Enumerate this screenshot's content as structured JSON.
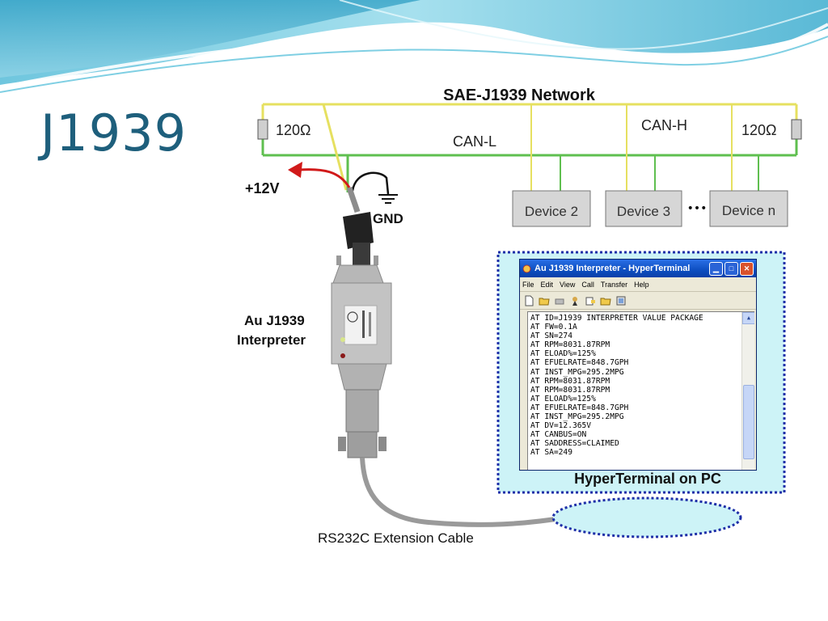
{
  "slide": {
    "title": "J1939"
  },
  "diagram": {
    "network_title": "SAE-J1939 Network",
    "resistor_left": "120Ω",
    "resistor_right": "120Ω",
    "can_low_label": "CAN-L",
    "can_high_label": "CAN-H",
    "power_label": "+12V",
    "ground_label": "GND",
    "devices": [
      "Device 2",
      "Device 3",
      "Device n"
    ],
    "ellipsis": "•••",
    "interpreter_label_line1": "Au J1939",
    "interpreter_label_line2": "Interpreter",
    "cable_label": "RS232C Extension Cable",
    "pc_caption": "HyperTerminal on PC",
    "colors": {
      "can_h_wire": "#e6e060",
      "can_l_wire": "#5fbf4f",
      "power_arrow": "#d11a1a",
      "callout_border": "#1e2fa8",
      "callout_fill": "#cdf3f7"
    }
  },
  "hyperterminal": {
    "window_title": "Au J1939 Interpreter - HyperTerminal",
    "menu": [
      "File",
      "Edit",
      "View",
      "Call",
      "Transfer",
      "Help"
    ],
    "toolbar_icons": [
      "new-icon",
      "open-icon",
      "disconnect-icon",
      "properties-icon",
      "send-icon",
      "receive-icon",
      "settings-icon"
    ],
    "lines": [
      "AT ID=J1939 INTERPRETER VALUE PACKAGE",
      "AT FW=0.1A",
      "AT SN=274",
      "AT RPM=8031.87RPM",
      "AT ELOAD%=125%",
      "AT EFUELRATE=848.7GPH",
      "AT INST_MPG=295.2MPG",
      "AT RPM=8031.87RPM",
      "AT RPM=8031.87RPM",
      "AT ELOAD%=125%",
      "AT EFUELRATE=848.7GPH",
      "AT INST_MPG=295.2MPG",
      "AT DV=12.365V",
      "AT CANBUS=ON",
      "AT SADDRESS=CLAIMED",
      "AT SA=249"
    ]
  }
}
